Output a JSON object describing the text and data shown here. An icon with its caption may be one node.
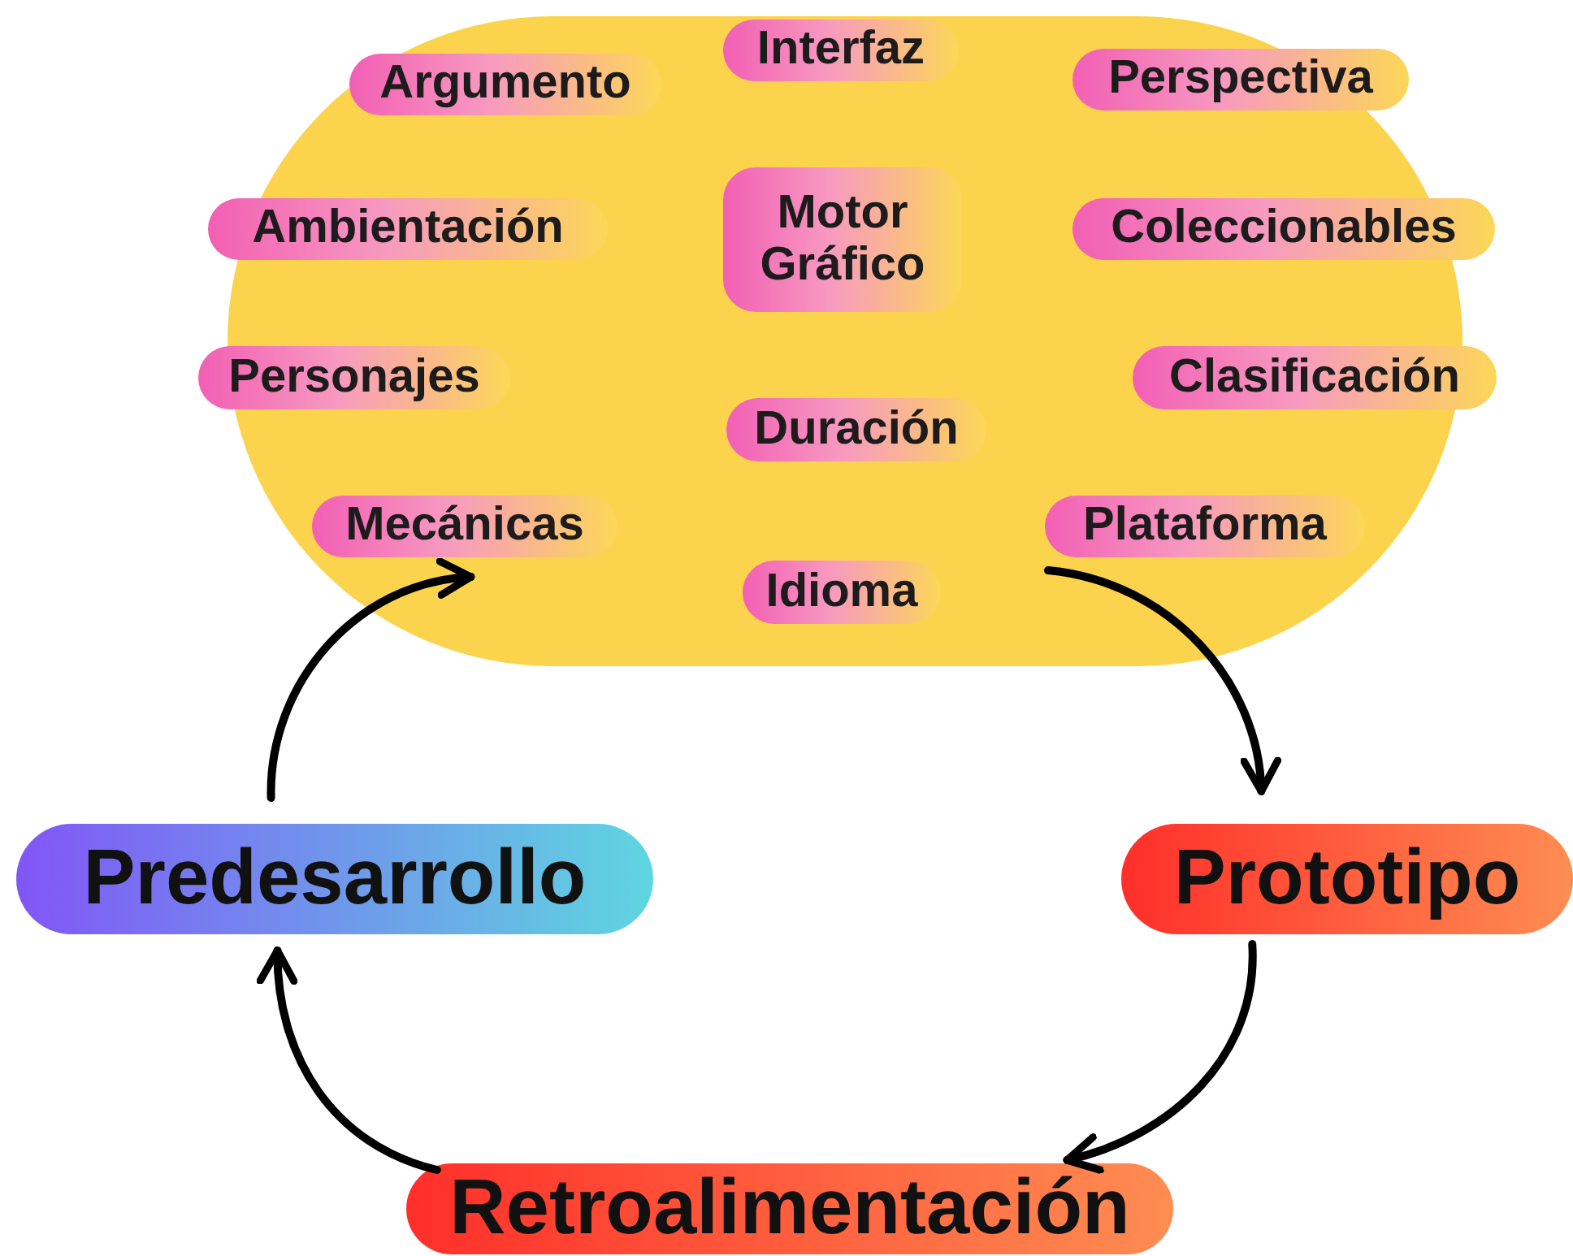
{
  "diagram": {
    "nodes": [
      {
        "text": [],
        "shape": "oval"
      },
      {
        "text": [
          "Argumento"
        ],
        "in": 0
      },
      {
        "text": [
          "Interfaz"
        ],
        "in": 0
      },
      {
        "text": [
          "Perspectiva"
        ],
        "in": 0
      },
      {
        "text": [
          "Ambientación"
        ],
        "in": 0
      },
      {
        "text": [
          "Motor Gráfico"
        ],
        "in": 0
      },
      {
        "text": [
          "Coleccionables"
        ],
        "in": 0
      },
      {
        "text": [
          "Personajes"
        ],
        "in": 0
      },
      {
        "text": [
          "Clasificación"
        ],
        "in": 0
      },
      {
        "text": [
          "Duración"
        ],
        "in": 0
      },
      {
        "text": [
          "Mecánicas"
        ],
        "in": 0
      },
      {
        "text": [
          "Plataforma"
        ],
        "in": 0
      },
      {
        "text": [
          "Idioma"
        ],
        "in": 0
      },
      {
        "text": [
          "Predesarrollo"
        ]
      },
      {
        "text": [
          "Prototipo"
        ]
      },
      {
        "text": [
          "Retroalimentación"
        ]
      }
    ],
    "edges": [
      {
        "from": 13,
        "to": 10,
        "arrow": "to"
      },
      {
        "from": 11,
        "to": 14,
        "arrow": "to"
      },
      {
        "from": 14,
        "to": 15,
        "arrow": "to"
      },
      {
        "from": 15,
        "to": 13,
        "arrow": "to"
      }
    ]
  }
}
